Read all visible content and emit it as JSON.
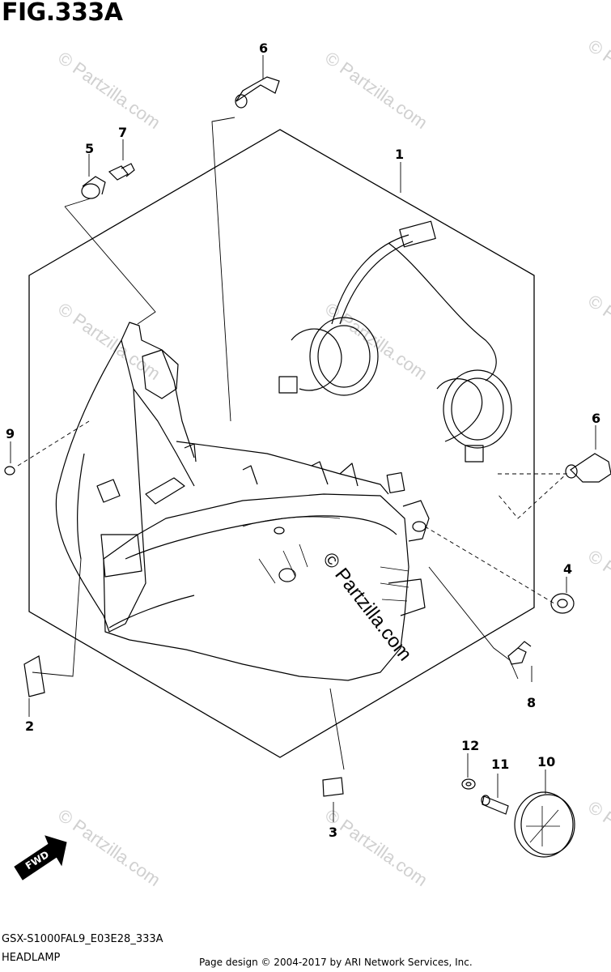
{
  "figure": {
    "title": "FIG.333A",
    "code": "GSX-S1000FAL9_E03E28_333A",
    "name": "HEADLAMP"
  },
  "credit": "Page design © 2004-2017 by ARI Network Services, Inc.",
  "watermark": {
    "text": "© Partzilla.com",
    "color": "#d0d0d0"
  },
  "direction_badge": "FWD",
  "callouts": [
    {
      "id": "1",
      "part": "headlamp assembly"
    },
    {
      "id": "2",
      "part": "label"
    },
    {
      "id": "3",
      "part": "label"
    },
    {
      "id": "4",
      "part": "cap"
    },
    {
      "id": "5",
      "part": "cushion"
    },
    {
      "id": "6",
      "part": "bulb"
    },
    {
      "id": "7",
      "part": "screw"
    },
    {
      "id": "8",
      "part": "clamp"
    },
    {
      "id": "9",
      "part": "clip"
    },
    {
      "id": "10",
      "part": "reflex reflector"
    },
    {
      "id": "11",
      "part": "reflector bolt"
    },
    {
      "id": "12",
      "part": "washer"
    }
  ]
}
